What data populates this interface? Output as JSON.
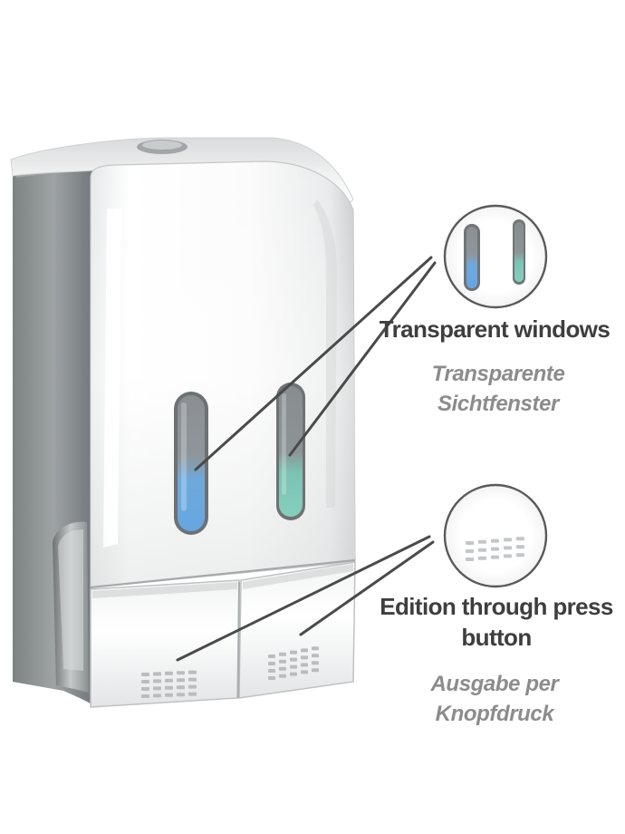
{
  "callouts": {
    "windows": {
      "title_en": "Transparent windows",
      "title_de_line1": "Transparente",
      "title_de_line2": "Sichtfenster"
    },
    "button": {
      "title_en_line1": "Edition through press",
      "title_en_line2": "button",
      "title_de_line1": "Ausgabe per",
      "title_de_line2": "Knopfdruck"
    }
  },
  "colors": {
    "label_primary": "#3e3e3e",
    "label_secondary": "#8c8c8c",
    "leader_line": "#4a4a4a",
    "chrome_dark": "#8e9293",
    "chrome_light": "#f4f5f6",
    "window_blue": "#6fb0e4",
    "window_green": "#7cc7b6"
  }
}
